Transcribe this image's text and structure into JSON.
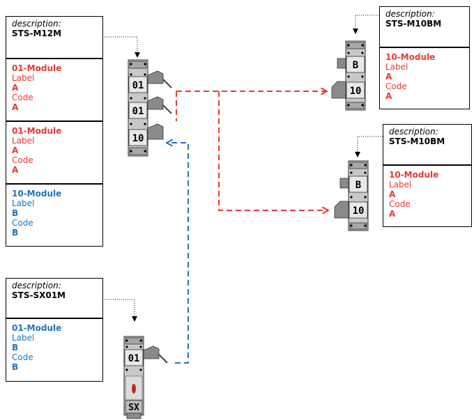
{
  "colors": {
    "red": "#e53935",
    "blue": "#1e73be"
  },
  "stsM12M": {
    "desc_label": "description:",
    "desc_value": "STS-M12M",
    "modules": [
      {
        "title": "01-Module",
        "label_word": "Label",
        "label_val": "A",
        "code_word": "Code",
        "code_val": "A",
        "color": "red"
      },
      {
        "title": "01-Module",
        "label_word": "Label",
        "label_val": "A",
        "code_word": "Code",
        "code_val": "A",
        "color": "red"
      },
      {
        "title": "10-Module",
        "label_word": "Label",
        "label_val": "B",
        "code_word": "Code",
        "code_val": "B",
        "color": "blue"
      }
    ],
    "device_labels": [
      "01",
      "01",
      "10"
    ]
  },
  "stsM10BM_top": {
    "desc_label": "description:",
    "desc_value": "STS-M10BM",
    "module": {
      "title": "10-Module",
      "label_word": "Label",
      "label_val": "A",
      "code_word": "Code",
      "code_val": "A",
      "color": "red"
    },
    "device_labels": [
      "B",
      "10"
    ]
  },
  "stsM10BM_bottom": {
    "desc_label": "description:",
    "desc_value": "STS-M10BM",
    "module": {
      "title": "10-Module",
      "label_word": "Label",
      "label_val": "A",
      "code_word": "Code",
      "code_val": "A",
      "color": "red"
    },
    "device_labels": [
      "B",
      "10"
    ]
  },
  "stsSX01M": {
    "desc_label": "description:",
    "desc_value": "STS-SX01M",
    "module": {
      "title": "01-Module",
      "label_word": "Label",
      "label_val": "B",
      "code_word": "Code",
      "code_val": "B",
      "color": "blue"
    },
    "device_labels": [
      "01",
      "SX"
    ]
  }
}
